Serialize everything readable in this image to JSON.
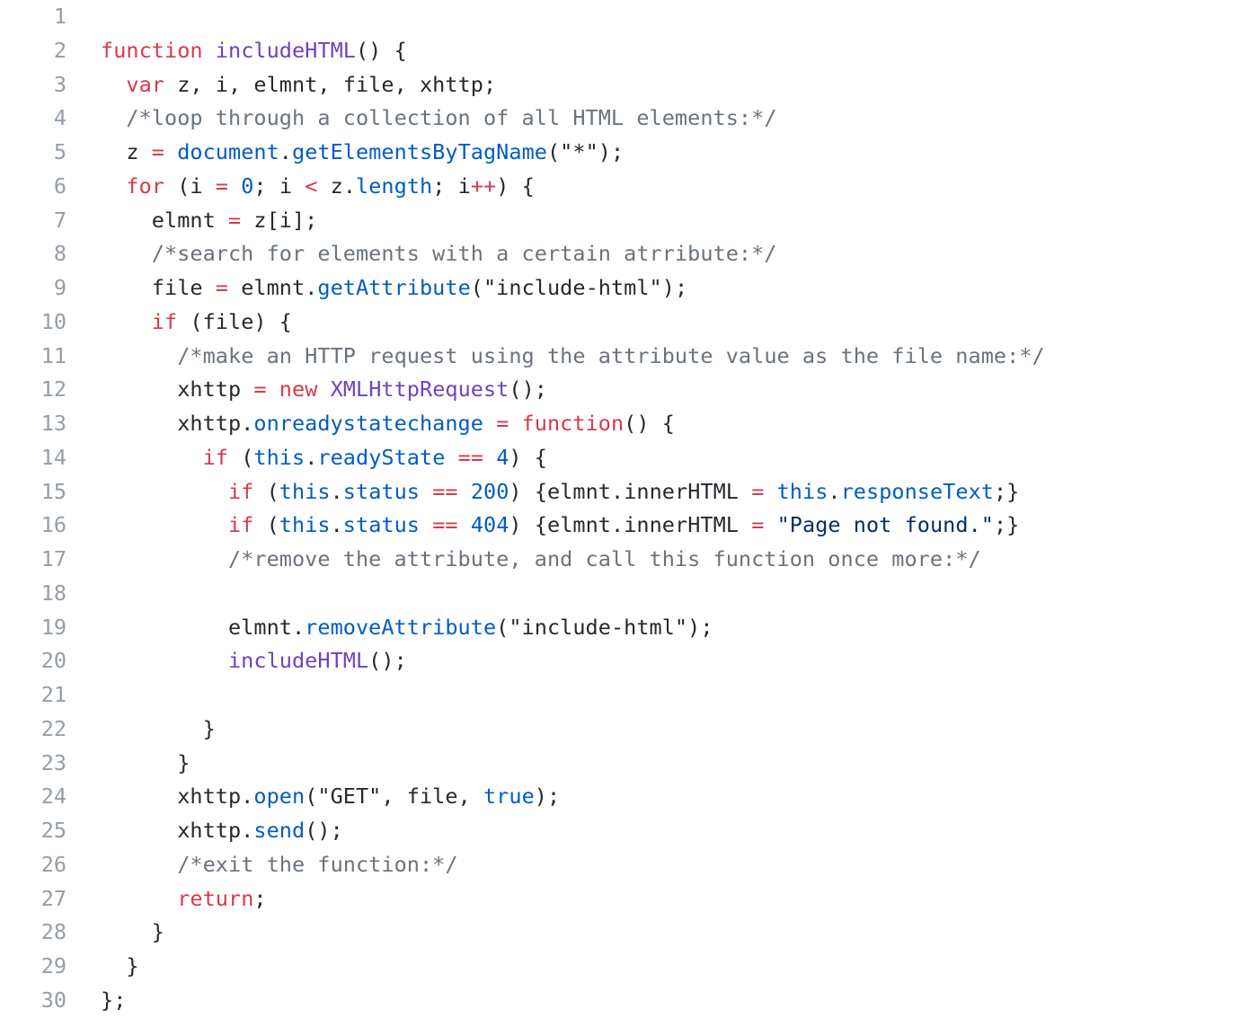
{
  "colors": {
    "keyword": "#d73a49",
    "entity": "#6f42c1",
    "constant": "#005cc5",
    "string": "#032f62",
    "comment": "#6a737d",
    "text": "#24292e",
    "line_number": "#959da5",
    "background": "#ffffff"
  },
  "lines": [
    {
      "number": "1",
      "tokens": []
    },
    {
      "number": "2",
      "tokens": [
        {
          "text": "function",
          "kind": "keyword"
        },
        {
          "text": " ",
          "kind": "text"
        },
        {
          "text": "includeHTML",
          "kind": "entity"
        },
        {
          "text": "() {",
          "kind": "text"
        }
      ]
    },
    {
      "number": "3",
      "tokens": [
        {
          "text": "  ",
          "kind": "text"
        },
        {
          "text": "var",
          "kind": "keyword"
        },
        {
          "text": " z, i, elmnt, file, xhttp;",
          "kind": "text"
        }
      ]
    },
    {
      "number": "4",
      "tokens": [
        {
          "text": "  ",
          "kind": "text"
        },
        {
          "text": "/*loop through a collection of all HTML elements:*/",
          "kind": "comment"
        }
      ]
    },
    {
      "number": "5",
      "tokens": [
        {
          "text": "  z ",
          "kind": "text"
        },
        {
          "text": "=",
          "kind": "keyword"
        },
        {
          "text": " ",
          "kind": "text"
        },
        {
          "text": "document",
          "kind": "constant"
        },
        {
          "text": ".",
          "kind": "text"
        },
        {
          "text": "getElementsByTagName",
          "kind": "constant"
        },
        {
          "text": "(\"*\");",
          "kind": "text"
        }
      ]
    },
    {
      "number": "6",
      "tokens": [
        {
          "text": "  ",
          "kind": "text"
        },
        {
          "text": "for",
          "kind": "keyword"
        },
        {
          "text": " (i ",
          "kind": "text"
        },
        {
          "text": "=",
          "kind": "keyword"
        },
        {
          "text": " ",
          "kind": "text"
        },
        {
          "text": "0",
          "kind": "constant"
        },
        {
          "text": "; i ",
          "kind": "text"
        },
        {
          "text": "<",
          "kind": "keyword"
        },
        {
          "text": " z.",
          "kind": "text"
        },
        {
          "text": "length",
          "kind": "constant"
        },
        {
          "text": "; i",
          "kind": "text"
        },
        {
          "text": "++",
          "kind": "keyword"
        },
        {
          "text": ") {",
          "kind": "text"
        }
      ]
    },
    {
      "number": "7",
      "tokens": [
        {
          "text": "    elmnt ",
          "kind": "text"
        },
        {
          "text": "=",
          "kind": "keyword"
        },
        {
          "text": " z[i];",
          "kind": "text"
        }
      ]
    },
    {
      "number": "8",
      "tokens": [
        {
          "text": "    ",
          "kind": "text"
        },
        {
          "text": "/*search for elements with a certain atrribute:*/",
          "kind": "comment"
        }
      ]
    },
    {
      "number": "9",
      "tokens": [
        {
          "text": "    file ",
          "kind": "text"
        },
        {
          "text": "=",
          "kind": "keyword"
        },
        {
          "text": " elmnt.",
          "kind": "text"
        },
        {
          "text": "getAttribute",
          "kind": "constant"
        },
        {
          "text": "(\"include-html\");",
          "kind": "text"
        }
      ]
    },
    {
      "number": "10",
      "tokens": [
        {
          "text": "    ",
          "kind": "text"
        },
        {
          "text": "if",
          "kind": "keyword"
        },
        {
          "text": " (file) {",
          "kind": "text"
        }
      ]
    },
    {
      "number": "11",
      "tokens": [
        {
          "text": "      ",
          "kind": "text"
        },
        {
          "text": "/*make an HTTP request using the attribute value as the file name:*/",
          "kind": "comment"
        }
      ]
    },
    {
      "number": "12",
      "tokens": [
        {
          "text": "      xhttp ",
          "kind": "text"
        },
        {
          "text": "=",
          "kind": "keyword"
        },
        {
          "text": " ",
          "kind": "text"
        },
        {
          "text": "new",
          "kind": "keyword"
        },
        {
          "text": " ",
          "kind": "text"
        },
        {
          "text": "XMLHttpRequest",
          "kind": "entity"
        },
        {
          "text": "();",
          "kind": "text"
        }
      ]
    },
    {
      "number": "13",
      "tokens": [
        {
          "text": "      xhttp.",
          "kind": "text"
        },
        {
          "text": "onreadystatechange",
          "kind": "constant"
        },
        {
          "text": " ",
          "kind": "text"
        },
        {
          "text": "=",
          "kind": "keyword"
        },
        {
          "text": " ",
          "kind": "text"
        },
        {
          "text": "function",
          "kind": "keyword"
        },
        {
          "text": "() {",
          "kind": "text"
        }
      ]
    },
    {
      "number": "14",
      "tokens": [
        {
          "text": "        ",
          "kind": "text"
        },
        {
          "text": "if",
          "kind": "keyword"
        },
        {
          "text": " (",
          "kind": "text"
        },
        {
          "text": "this",
          "kind": "constant"
        },
        {
          "text": ".",
          "kind": "text"
        },
        {
          "text": "readyState",
          "kind": "constant"
        },
        {
          "text": " ",
          "kind": "text"
        },
        {
          "text": "==",
          "kind": "keyword"
        },
        {
          "text": " ",
          "kind": "text"
        },
        {
          "text": "4",
          "kind": "constant"
        },
        {
          "text": ") {",
          "kind": "text"
        }
      ]
    },
    {
      "number": "15",
      "tokens": [
        {
          "text": "          ",
          "kind": "text"
        },
        {
          "text": "if",
          "kind": "keyword"
        },
        {
          "text": " (",
          "kind": "text"
        },
        {
          "text": "this",
          "kind": "constant"
        },
        {
          "text": ".",
          "kind": "text"
        },
        {
          "text": "status",
          "kind": "constant"
        },
        {
          "text": " ",
          "kind": "text"
        },
        {
          "text": "==",
          "kind": "keyword"
        },
        {
          "text": " ",
          "kind": "text"
        },
        {
          "text": "200",
          "kind": "constant"
        },
        {
          "text": ") {elmnt.innerHTML ",
          "kind": "text"
        },
        {
          "text": "=",
          "kind": "keyword"
        },
        {
          "text": " ",
          "kind": "text"
        },
        {
          "text": "this",
          "kind": "constant"
        },
        {
          "text": ".",
          "kind": "text"
        },
        {
          "text": "responseText",
          "kind": "constant"
        },
        {
          "text": ";}",
          "kind": "text"
        }
      ]
    },
    {
      "number": "16",
      "tokens": [
        {
          "text": "          ",
          "kind": "text"
        },
        {
          "text": "if",
          "kind": "keyword"
        },
        {
          "text": " (",
          "kind": "text"
        },
        {
          "text": "this",
          "kind": "constant"
        },
        {
          "text": ".",
          "kind": "text"
        },
        {
          "text": "status",
          "kind": "constant"
        },
        {
          "text": " ",
          "kind": "text"
        },
        {
          "text": "==",
          "kind": "keyword"
        },
        {
          "text": " ",
          "kind": "text"
        },
        {
          "text": "404",
          "kind": "constant"
        },
        {
          "text": ") {elmnt.innerHTML ",
          "kind": "text"
        },
        {
          "text": "=",
          "kind": "keyword"
        },
        {
          "text": " ",
          "kind": "text"
        },
        {
          "text": "\"Page not found.\"",
          "kind": "string"
        },
        {
          "text": ";}",
          "kind": "text"
        }
      ]
    },
    {
      "number": "17",
      "tokens": [
        {
          "text": "          ",
          "kind": "text"
        },
        {
          "text": "/*remove the attribute, and call this function once more:*/",
          "kind": "comment"
        }
      ]
    },
    {
      "number": "18",
      "tokens": []
    },
    {
      "number": "19",
      "tokens": [
        {
          "text": "          elmnt.",
          "kind": "text"
        },
        {
          "text": "removeAttribute",
          "kind": "constant"
        },
        {
          "text": "(\"include-html\");",
          "kind": "text"
        }
      ]
    },
    {
      "number": "20",
      "tokens": [
        {
          "text": "          ",
          "kind": "text"
        },
        {
          "text": "includeHTML",
          "kind": "entity"
        },
        {
          "text": "();",
          "kind": "text"
        }
      ]
    },
    {
      "number": "21",
      "tokens": []
    },
    {
      "number": "22",
      "tokens": [
        {
          "text": "        }",
          "kind": "text"
        }
      ]
    },
    {
      "number": "23",
      "tokens": [
        {
          "text": "      }",
          "kind": "text"
        }
      ]
    },
    {
      "number": "24",
      "tokens": [
        {
          "text": "      xhttp.",
          "kind": "text"
        },
        {
          "text": "open",
          "kind": "constant"
        },
        {
          "text": "(\"GET\", file, ",
          "kind": "text"
        },
        {
          "text": "true",
          "kind": "constant"
        },
        {
          "text": ");",
          "kind": "text"
        }
      ]
    },
    {
      "number": "25",
      "tokens": [
        {
          "text": "      xhttp.",
          "kind": "text"
        },
        {
          "text": "send",
          "kind": "constant"
        },
        {
          "text": "();",
          "kind": "text"
        }
      ]
    },
    {
      "number": "26",
      "tokens": [
        {
          "text": "      ",
          "kind": "text"
        },
        {
          "text": "/*exit the function:*/",
          "kind": "comment"
        }
      ]
    },
    {
      "number": "27",
      "tokens": [
        {
          "text": "      ",
          "kind": "text"
        },
        {
          "text": "return",
          "kind": "keyword"
        },
        {
          "text": ";",
          "kind": "text"
        }
      ]
    },
    {
      "number": "28",
      "tokens": [
        {
          "text": "    }",
          "kind": "text"
        }
      ]
    },
    {
      "number": "29",
      "tokens": [
        {
          "text": "  }",
          "kind": "text"
        }
      ]
    },
    {
      "number": "30",
      "tokens": [
        {
          "text": "};",
          "kind": "text"
        }
      ]
    }
  ]
}
